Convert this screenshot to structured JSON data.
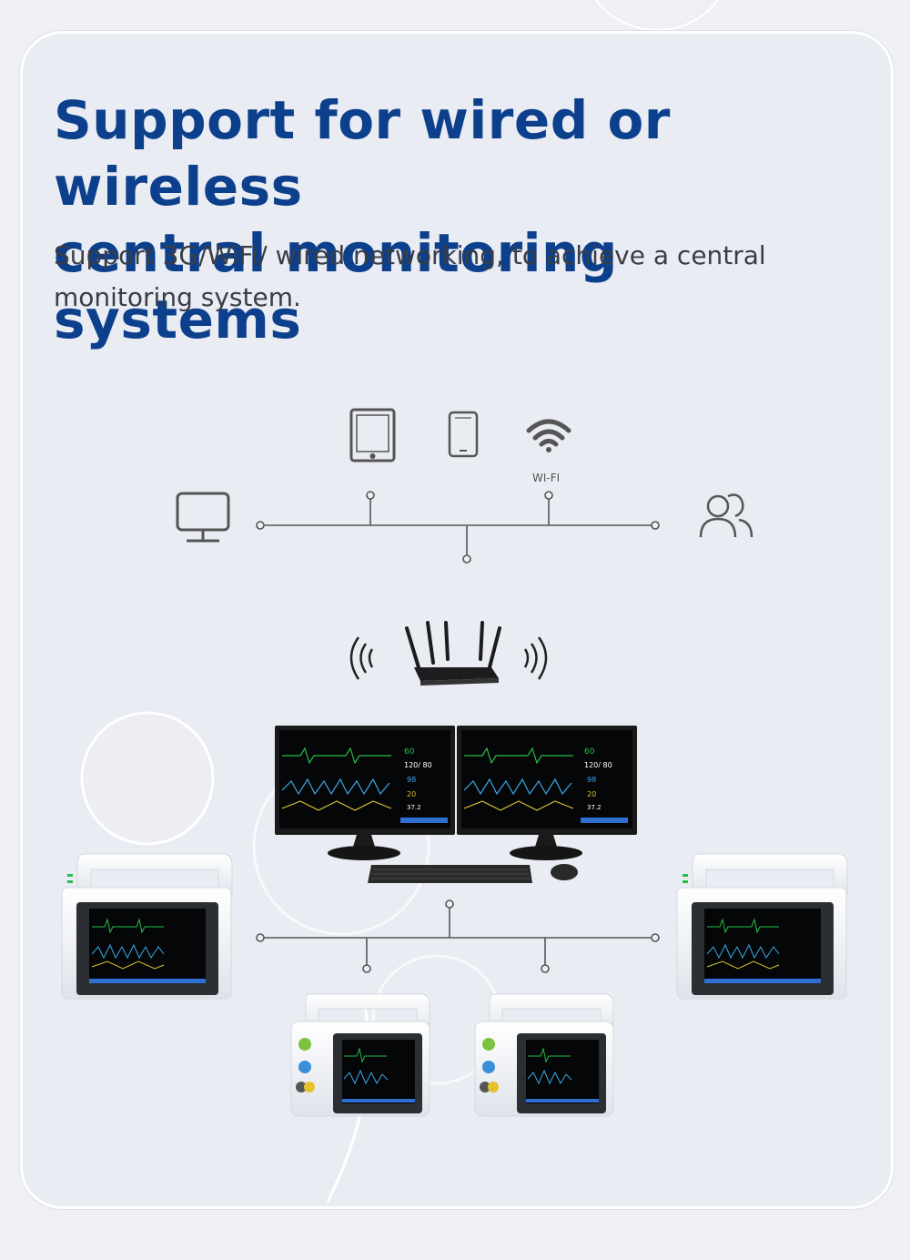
{
  "heading": {
    "title_line1": "Support for wired or wireless",
    "title_line2": "central monitoring systems",
    "subtitle": "Support 3G/WiFi/ wired networking, to achieve a central monitoring system."
  },
  "diagram": {
    "wifi_label": "WI-FI",
    "icons": [
      "computer-icon",
      "tablet-icon",
      "phone-icon",
      "wifi-icon",
      "users-icon",
      "router-icon"
    ],
    "monitor_readings": {
      "hr": "60",
      "nibp": "120/ 80",
      "spo2": "98",
      "resp": "20",
      "temp": "37.2"
    }
  },
  "colors": {
    "title": "#0c3f8c",
    "background": "#eef0f5",
    "line": "#555555"
  }
}
